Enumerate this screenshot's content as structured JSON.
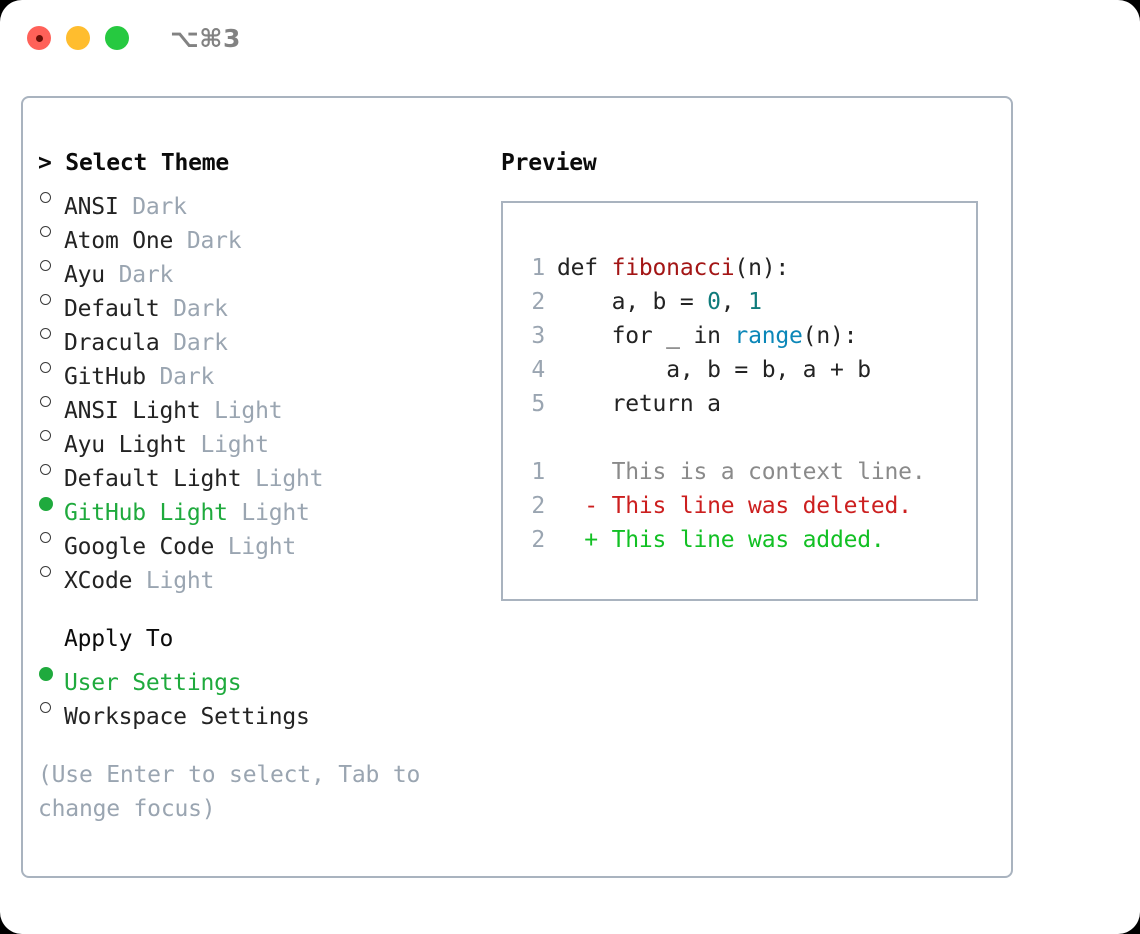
{
  "window": {
    "shortcut": "⌥⌘3",
    "traffic_lights": [
      {
        "name": "close",
        "color": "#ff6159"
      },
      {
        "name": "minimize",
        "color": "#ffbd2e"
      },
      {
        "name": "maximize",
        "color": "#26c940"
      }
    ]
  },
  "theme_selector": {
    "header": "> Select Theme",
    "focus_prefix": ">",
    "selected_theme": "GitHub Light",
    "markers": {
      "unselected": "○",
      "selected": "●"
    },
    "items": [
      {
        "name": "ANSI",
        "category": "Dark",
        "selected": false
      },
      {
        "name": "Atom One",
        "category": "Dark",
        "selected": false
      },
      {
        "name": "Ayu",
        "category": "Dark",
        "selected": false
      },
      {
        "name": "Default",
        "category": "Dark",
        "selected": false
      },
      {
        "name": "Dracula",
        "category": "Dark",
        "selected": false
      },
      {
        "name": "GitHub",
        "category": "Dark",
        "selected": false
      },
      {
        "name": "ANSI Light",
        "category": "Light",
        "selected": false
      },
      {
        "name": "Ayu Light",
        "category": "Light",
        "selected": false
      },
      {
        "name": "Default Light",
        "category": "Light",
        "selected": false
      },
      {
        "name": "GitHub Light",
        "category": "Light",
        "selected": true
      },
      {
        "name": "Google Code",
        "category": "Light",
        "selected": false
      },
      {
        "name": "XCode",
        "category": "Light",
        "selected": false
      }
    ]
  },
  "apply_to": {
    "header": "Apply To",
    "selected_option": "User Settings",
    "options": [
      {
        "label": "User Settings",
        "selected": true
      },
      {
        "label": "Workspace Settings",
        "selected": false
      }
    ]
  },
  "hint": {
    "line1": "(Use Enter to select, Tab to",
    "line2": "change focus)"
  },
  "preview": {
    "title": "Preview",
    "code_lines": [
      {
        "no": "1",
        "indent": "",
        "segments": [
          {
            "text": "def ",
            "kind": "plain"
          },
          {
            "text": "fibonacci",
            "kind": "fn"
          },
          {
            "text": "(n):",
            "kind": "plain"
          }
        ]
      },
      {
        "no": "2",
        "indent": "    ",
        "segments": [
          {
            "text": "a, b = ",
            "kind": "plain"
          },
          {
            "text": "0",
            "kind": "num"
          },
          {
            "text": ", ",
            "kind": "plain"
          },
          {
            "text": "1",
            "kind": "num"
          }
        ]
      },
      {
        "no": "3",
        "indent": "    ",
        "segments": [
          {
            "text": "for _ in ",
            "kind": "plain"
          },
          {
            "text": "range",
            "kind": "call"
          },
          {
            "text": "(n):",
            "kind": "plain"
          }
        ]
      },
      {
        "no": "4",
        "indent": "        ",
        "segments": [
          {
            "text": "a, b = b, a + b",
            "kind": "plain"
          }
        ]
      },
      {
        "no": "5",
        "indent": "    ",
        "segments": [
          {
            "text": "return a",
            "kind": "plain"
          }
        ]
      }
    ],
    "diff_lines": [
      {
        "no": "1",
        "sign": "  ",
        "text": "This is a context line.",
        "kind": "context"
      },
      {
        "no": "2",
        "sign": "- ",
        "text": "This line was deleted.",
        "kind": "deleted"
      },
      {
        "no": "2",
        "sign": "+ ",
        "text": "This line was added.",
        "kind": "added"
      }
    ]
  },
  "colors": {
    "accent_green": "#1faa3d",
    "muted": "#9aa5b1",
    "border": "#a9b3bf",
    "fn_red": "#a31515",
    "number_teal": "#0f7b7b",
    "call_blue": "#0b87b8",
    "diff_deleted": "#cc1f1f",
    "diff_added": "#12c024",
    "diff_context": "#8a8a8a"
  }
}
